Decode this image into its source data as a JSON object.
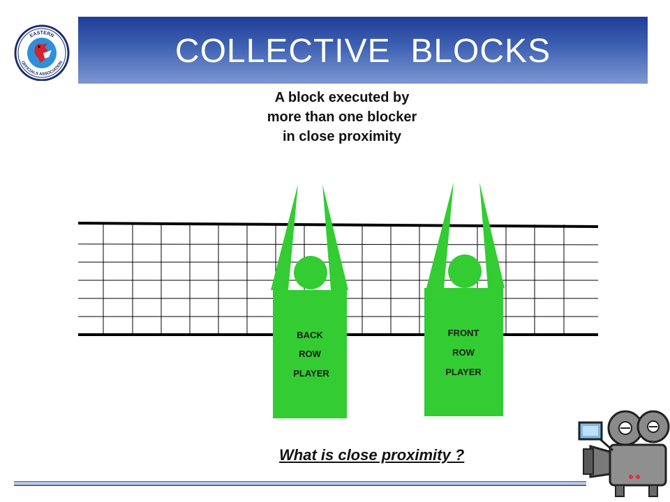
{
  "title": "COLLECTIVE  BLOCKS",
  "logo": {
    "top_text": "EASTERN",
    "bottom_text": "OFFICIALS ASSOCIATION"
  },
  "definition": {
    "line1": "A block executed by",
    "line2": "more than one blocker",
    "line3": "in close proximity"
  },
  "players": {
    "back": [
      "BACK",
      "ROW",
      "PLAYER"
    ],
    "front": [
      "FRONT",
      "ROW",
      "PLAYER"
    ]
  },
  "question": "What is close proximity ?",
  "colors": {
    "player_green": "#33cc33",
    "title_blue": "#2d4ea6",
    "rule_blue": "#4a5fb0"
  },
  "icons": {
    "logo": "cardinal-emblem-icon",
    "camera": "video-camera-icon"
  }
}
